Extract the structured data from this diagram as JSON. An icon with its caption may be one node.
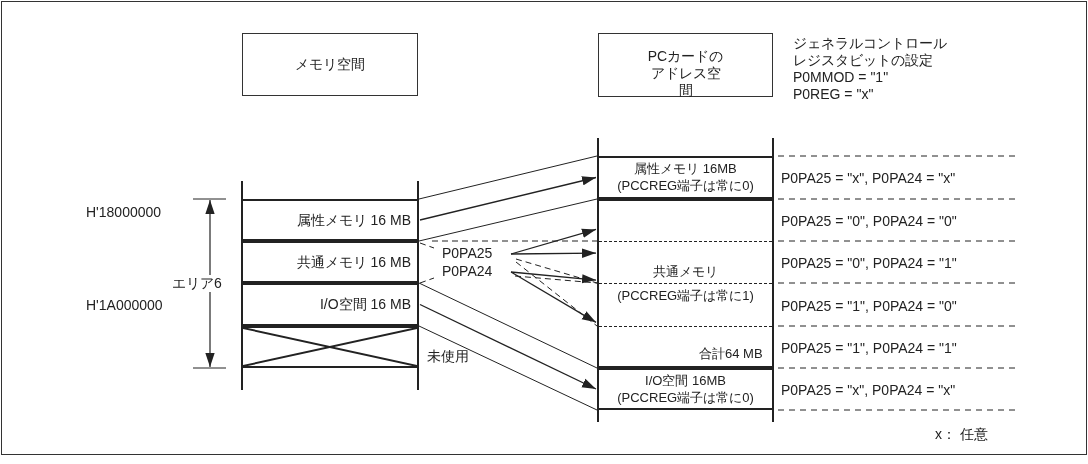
{
  "diagram": {
    "nodes": [
      {
        "text": [
          "メモリ空間"
        ]
      },
      {
        "text": [
          "PCカードのアドレス空間"
        ]
      },
      {
        "text": [
          "属性メモリ 16 MB"
        ]
      },
      {
        "text": [
          "共通メモリ 16 MB"
        ]
      },
      {
        "text": [
          "I/O空間 16 MB"
        ]
      },
      {
        "text": [],
        "shape": "box",
        "beside": [
          "未使用"
        ]
      },
      {
        "text": [
          "P0PA25"
        ]
      },
      {
        "text": [
          "P0PA24"
        ]
      },
      {
        "text": [
          "属性メモリ 16MB",
          "(PCCREG端子は常に0)"
        ],
        "beside": [
          "P0PA25 = \"x\", P0PA24 = \"x\""
        ]
      },
      {
        "text": [
          "共通メモリ",
          "(PCCREG端子は常に1)"
        ],
        "beside": [
          "P0PA25 = \"0\", P0PA24 = \"0\"",
          "P0PA25 = \"0\", P0PA24 = \"1\"",
          "P0PA25 = \"1\", P0PA24 = \"0\"",
          "P0PA25 = \"1\", P0PA24 = \"1\""
        ]
      },
      {
        "text": [
          "I/O空間 16MB",
          "(PCCREG端子は常に0)"
        ],
        "beside": [
          "P0PA25 = \"x\", P0PA24 = \"x\""
        ]
      }
    ],
    "edges": [
      {
        "from": 2,
        "to": 8,
        "arrow": "to"
      },
      {
        "from": 6,
        "to": 9,
        "arrow": "to"
      },
      {
        "from": 6,
        "to": 9,
        "arrow": "to"
      },
      {
        "from": 7,
        "to": 9,
        "arrow": "to"
      },
      {
        "from": 7,
        "to": 9,
        "arrow": "to"
      },
      {
        "from": 4,
        "to": 10,
        "arrow": "to"
      }
    ],
    "labels": [
      "ジェネラルコントロールレジスタビットの設定",
      "P0MMOD = \"1\"",
      "P0REG = \"x\"",
      "H'18000000",
      "エリア6",
      "H'1A000000",
      "合計64 MB",
      "x： 任意"
    ]
  }
}
